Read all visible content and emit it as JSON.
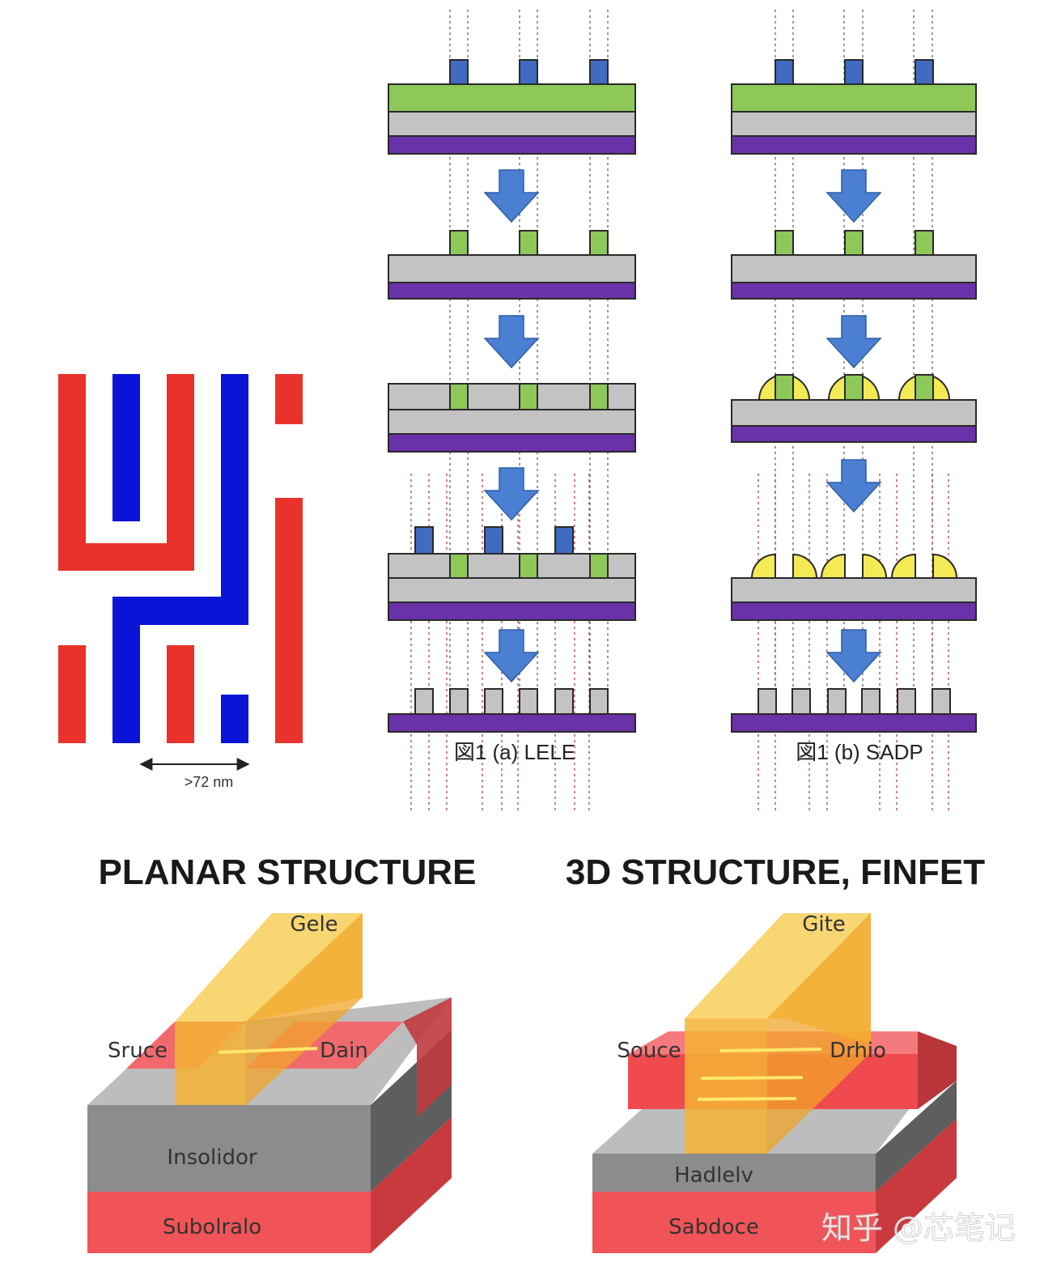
{
  "layout_pattern": {
    "dimension_label": ">72 nm",
    "colors": {
      "mask_a": "#e8322b",
      "mask_b": "#0a14d6"
    }
  },
  "process_flows": [
    {
      "caption": "図1 (a)  LELE"
    },
    {
      "caption": "図1 (b)  SADP"
    }
  ],
  "layer_colors": {
    "resist": "#3f6cc0",
    "hardmask": "#8dc859",
    "oxide": "#c3c3c3",
    "base": "#6a32a8",
    "spacer": "#f3ea55",
    "arrow": "#4a7fd1"
  },
  "transistors": {
    "planar": {
      "heading": "PLANAR STRUCTURE",
      "labels": {
        "gate": "Gele",
        "source": "Sruce",
        "drain": "Dain",
        "insulator": "Insolidor",
        "substrate": "Subolralo"
      }
    },
    "finfet": {
      "heading": "3D STRUCTURE, FINFET",
      "labels": {
        "gate": "Gite",
        "source": "Souce",
        "drain": "Drhio",
        "insulator": "Hadlelv",
        "substrate": "Sabdoce"
      }
    },
    "colors": {
      "gate": "#f5c842",
      "channel": "#f29a1c",
      "source_drain": "#f04a4e",
      "insulator": "#8c8c8c",
      "substrate": "#f05458"
    }
  },
  "watermark": "知乎 @芯笔记"
}
